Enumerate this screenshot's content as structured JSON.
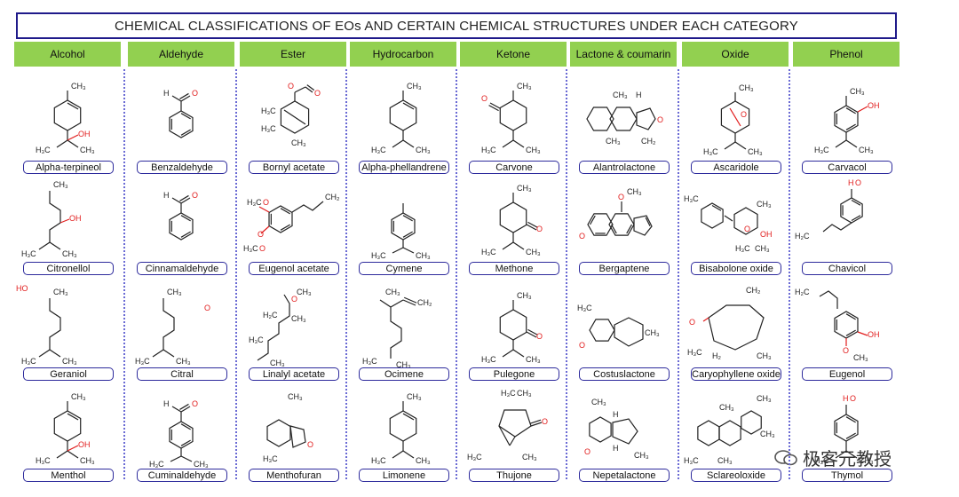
{
  "title": "CHEMICAL CLASSIFICATIONS OF EOs AND CERTAIN CHEMICAL STRUCTURES UNDER EACH CATEGORY",
  "categories": [
    "Alcohol",
    "Aldehyde",
    "Ester",
    "Hydrocarbon",
    "Ketone",
    "Lactone & coumarin",
    "Oxide",
    "Phenol"
  ],
  "compounds": [
    [
      "Alpha-terpineol",
      "Citronellol",
      "Geraniol",
      "Menthol"
    ],
    [
      "Benzaldehyde",
      "Cinnamaldehyde",
      "Citral",
      "Cuminaldehyde"
    ],
    [
      "Bornyl acetate",
      "Eugenol acetate",
      "Linalyl acetate",
      "Menthofuran"
    ],
    [
      "Alpha-phellandrene",
      "Cymene",
      "Ocimene",
      "Limonene"
    ],
    [
      "Carvone",
      "Methone",
      "Pulegone",
      "Thujone"
    ],
    [
      "Alantrolactone",
      "Bergaptene",
      "Costuslactone",
      "Nepetalactone"
    ],
    [
      "Ascaridole",
      "Bisabolone oxide",
      "Caryophyllene oxide",
      "Sclareoloxide"
    ],
    [
      "Carvacol",
      "Chavicol",
      "Eugenol",
      "Thymol"
    ]
  ],
  "atom_labels": {
    "ch3": "CH₃",
    "h3c": "H₃C",
    "oh": "OH",
    "ho": "HO",
    "o": "O",
    "h": "H",
    "h2c": "H₂C",
    "ch2": "CH₂",
    "h2": "H₂"
  },
  "watermark": "极客元教授",
  "colors": {
    "header_bg": "#92d050",
    "frame": "#1f1a8a",
    "divider": "#6a6ad4",
    "heteroatom": "#e11d1d"
  }
}
